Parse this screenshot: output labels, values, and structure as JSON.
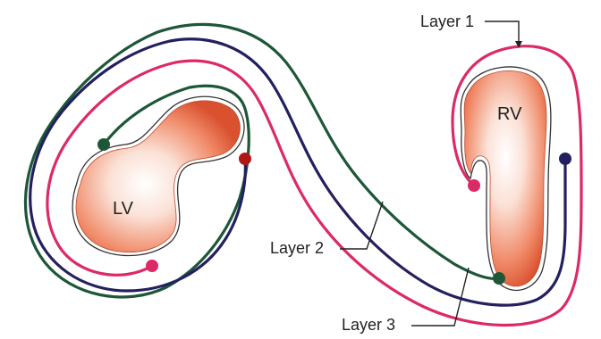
{
  "chambers": {
    "left": "LV",
    "right": "RV"
  },
  "layers": {
    "layer1": "Layer 1",
    "layer2": "Layer 2",
    "layer3": "Layer 3"
  },
  "colors": {
    "layer1": "#dc2a66",
    "layer2": "#23205f",
    "layer3": "#1d5738",
    "end_red": "#b01818",
    "cavity_center": "#ffffff",
    "cavity_edge": "#e0603f"
  }
}
